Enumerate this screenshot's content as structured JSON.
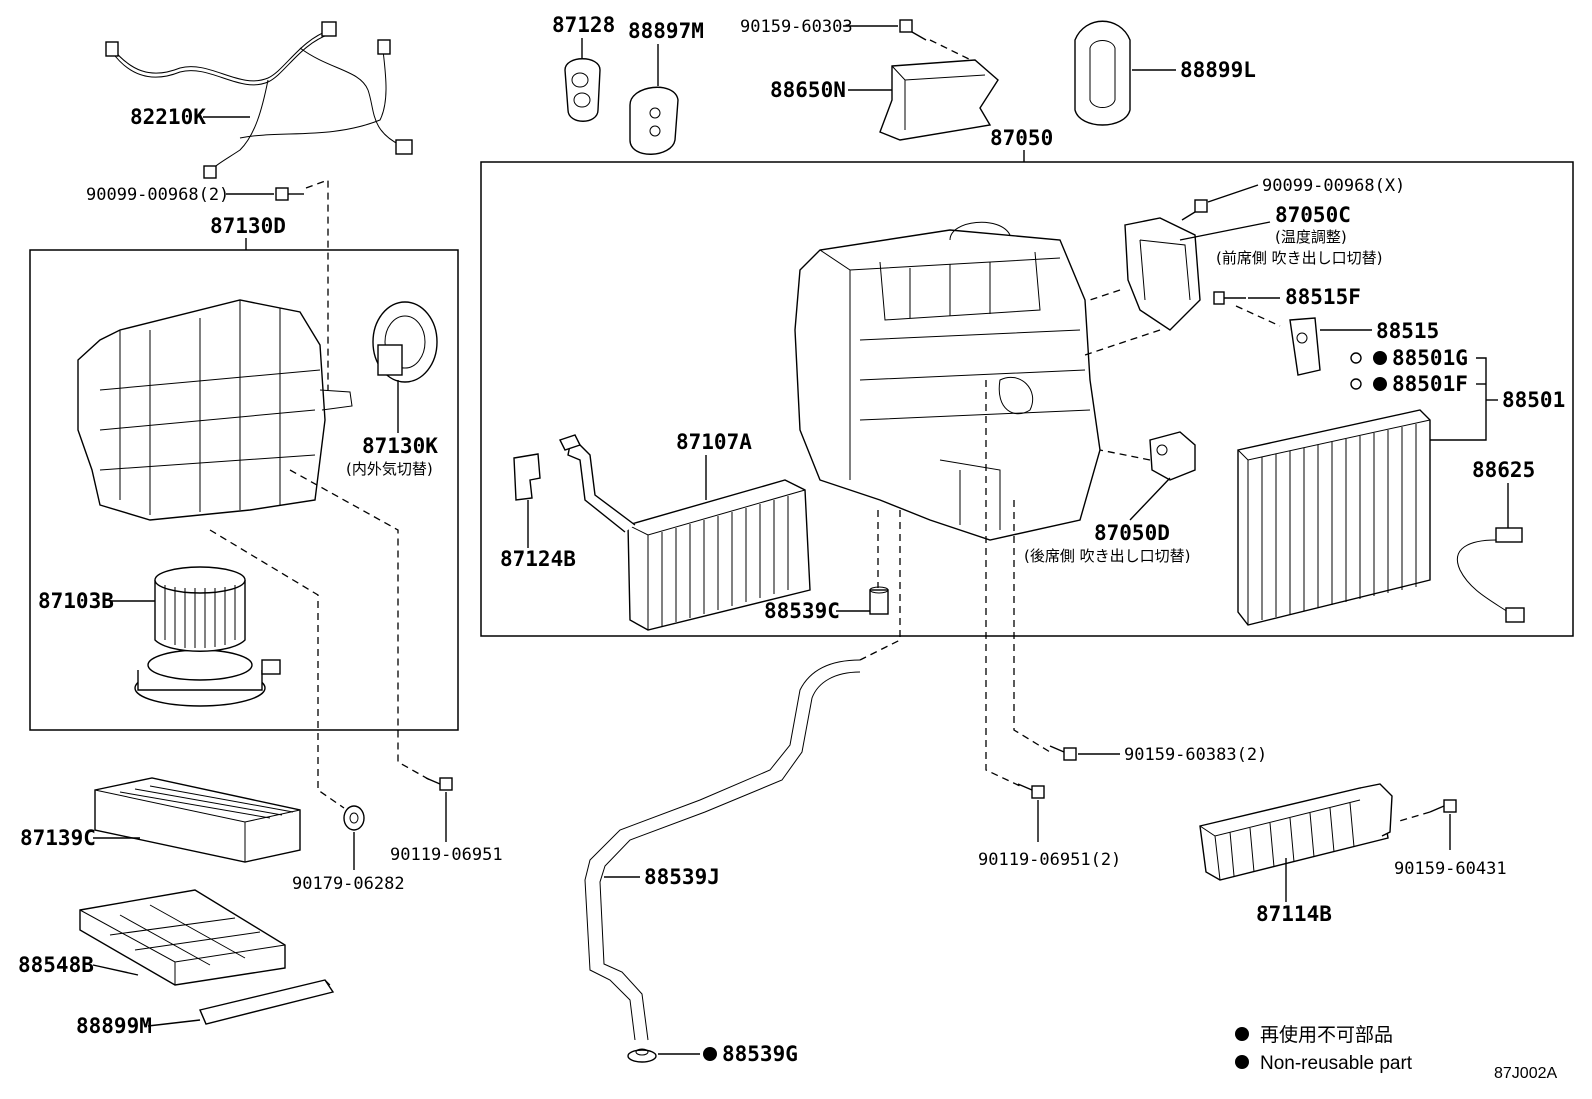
{
  "diagram_code": "87J002A",
  "legend": {
    "items": [
      {
        "text": "再使用不可部品"
      },
      {
        "text": "Non-reusable part"
      }
    ]
  },
  "groups": {
    "blower_assembly": {
      "label": "87130D"
    },
    "air_conditioning_unit": {
      "label": "87050"
    }
  },
  "parts": {
    "p82210K": "82210K",
    "p90099_00968_2": "90099-00968(2)",
    "p87130K": "87130K",
    "p87130K_note": "(内外気切替)",
    "p87103B": "87103B",
    "p87128": "87128",
    "p88897M": "88897M",
    "p90159_60303": "90159-60303",
    "p88650N": "88650N",
    "p88899L": "88899L",
    "p90099_00968_X": "90099-00968(X)",
    "p87050C": "87050C",
    "p87050C_note1": "(温度調整)",
    "p87050C_note2": "(前席側 吹き出し口切替)",
    "p88515F": "88515F",
    "p88515": "88515",
    "p88501G": "88501G",
    "p88501F": "88501F",
    "p88501": "88501",
    "p88625": "88625",
    "p87107A": "87107A",
    "p87124B": "87124B",
    "p88539C": "88539C",
    "p87050D": "87050D",
    "p87050D_note": "(後席側 吹き出し口切替)",
    "p90159_60383_2": "90159-60383(2)",
    "p90119_06951": "90119-06951",
    "p90179_06282": "90179-06282",
    "p87139C": "87139C",
    "p88548B": "88548B",
    "p88899M": "88899M",
    "p88539J": "88539J",
    "p88539G": "88539G",
    "p90119_06951_2": "90119-06951(2)",
    "p87114B": "87114B",
    "p90159_60431": "90159-60431"
  }
}
